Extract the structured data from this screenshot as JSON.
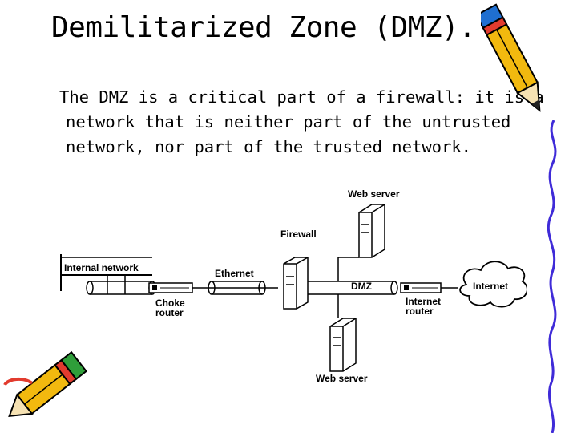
{
  "slide": {
    "title": "Demilitarized Zone (DMZ).",
    "body_lines": [
      "The DMZ is a critical part of a firewall: it is a",
      "network that is neither part of the untrusted",
      "network, nor part of the trusted network."
    ]
  },
  "diagram": {
    "labels": {
      "web_server_top": "Web server",
      "firewall": "Firewall",
      "internal_network": "Internal network",
      "ethernet": "Ethernet",
      "dmz": "DMZ",
      "choke_router_line1": "Choke",
      "choke_router_line2": "router",
      "internet_router_line1": "Internet",
      "internet_router_line2": "router",
      "internet": "Internet",
      "web_server_bottom": "Web server"
    }
  },
  "decorations": {
    "top_right": "pencil-icon",
    "bottom_left": "pencil-icon",
    "right_edge": "squiggle-border"
  },
  "colors": {
    "background": "#ffffff",
    "text": "#000000",
    "pencil_body": "#f2b90f",
    "pencil_stripe": "#e23b2e",
    "pencil_accent": "#1f6fd1",
    "border_line": "#3f2bd8"
  }
}
